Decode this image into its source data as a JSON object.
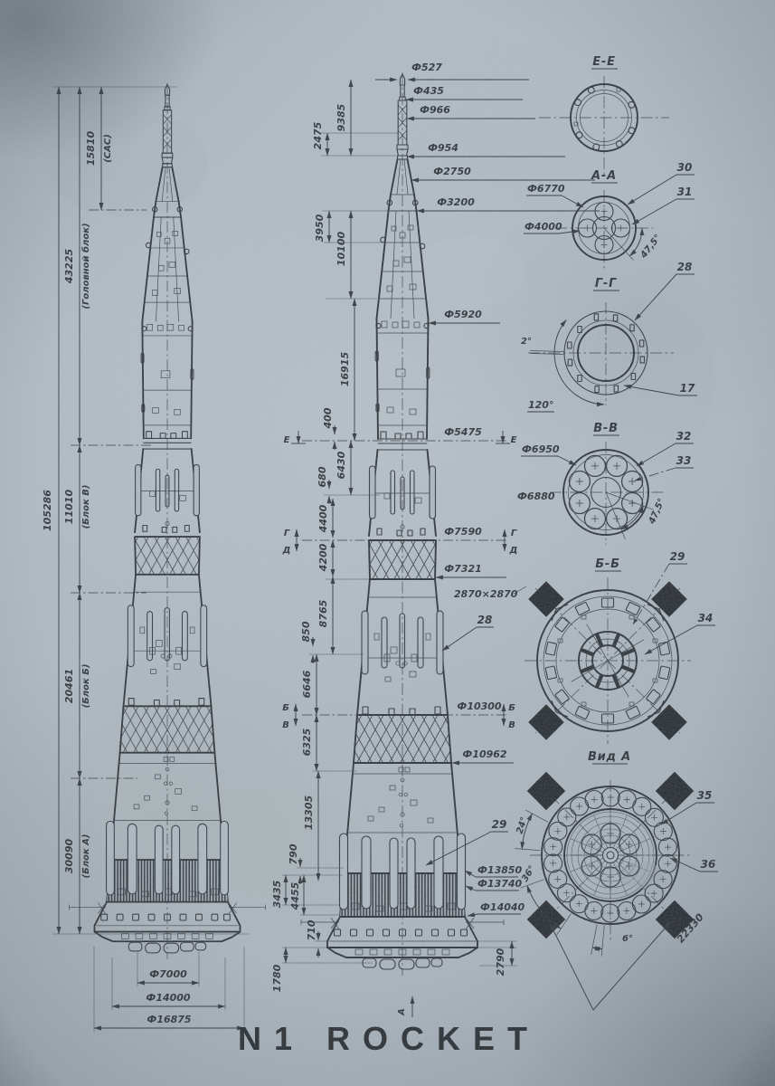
{
  "poster": {
    "title": "N1 ROCKET"
  },
  "left": {
    "overall": "105286",
    "seg0": {
      "v": "43225",
      "n": "(Головной блок)"
    },
    "seg1": {
      "v": "11010",
      "n": "(Блок В)"
    },
    "seg2": {
      "v": "20461",
      "n": "(Блок Б)"
    },
    "seg3": {
      "v": "30090",
      "n": "(Блок А)"
    },
    "sas": {
      "v": "15810",
      "n": "(САС)"
    },
    "base": [
      "Ф7000",
      "Ф14000",
      "Ф16875"
    ]
  },
  "mid": {
    "ldims": [
      "2475",
      "9385",
      "3950",
      "10100",
      "16915",
      "400",
      "6430",
      "680",
      "4400",
      "4200",
      "8765",
      "850",
      "6646",
      "6325",
      "13305",
      "790",
      "3435",
      "4455",
      "710",
      "1780"
    ],
    "rdim": "2790",
    "d": [
      "Ф527",
      "Ф435",
      "Ф966",
      "Ф954",
      "Ф2750",
      "Ф3200",
      "Ф5920",
      "Ф5475",
      "Ф7590",
      "Ф7321",
      "Ф10300",
      "Ф10962",
      "Ф13850",
      "Ф13740",
      "Ф14040"
    ],
    "truss": "2870×2870",
    "c28": "28",
    "c29": "29",
    "sE": "Е",
    "sG": "Г",
    "sD": "Д",
    "sB": "Б",
    "sV": "В",
    "viewA": "А"
  },
  "sec": {
    "ee": {
      "t": "Е-Е"
    },
    "aa": {
      "t": "А-А",
      "d1": "Ф6770",
      "d2": "Ф4000",
      "ang": "47,5°",
      "c30": "30",
      "c31": "31"
    },
    "gg": {
      "t": "Г-Г",
      "a2": "2°",
      "a120": "120°",
      "c28": "28",
      "c17": "17"
    },
    "vv": {
      "t": "В-В",
      "d1": "Ф6950",
      "d2": "Ф6880",
      "ang": "47,5°",
      "c32": "32",
      "c33": "33"
    },
    "bb": {
      "t": "Б-Б",
      "c29": "29",
      "c34": "34"
    },
    "va": {
      "t": "Вид А",
      "a24": "24°",
      "a36": "36°",
      "a6": "6°",
      "dim": "22330",
      "c35": "35",
      "c36": "36"
    }
  }
}
